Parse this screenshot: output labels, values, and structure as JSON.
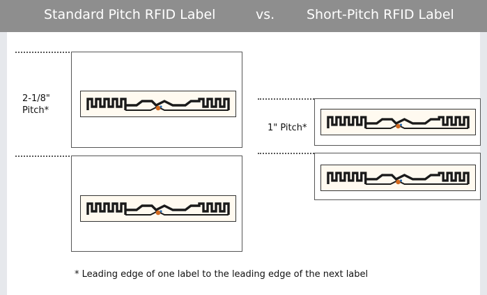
{
  "header": {
    "left_title": "Standard Pitch RFID Label",
    "vs": "vs.",
    "right_title": "Short-Pitch RFID Label"
  },
  "standard": {
    "pitch_line1": "2-1/8\"",
    "pitch_line2": "Pitch*"
  },
  "short": {
    "pitch_label": "1\" Pitch*"
  },
  "footnote": "* Leading edge of one label to the leading edge of the next label",
  "colors": {
    "header_bg": "#8e8e8e",
    "antenna": "#1a1a1a",
    "chip": "#d2691e"
  }
}
